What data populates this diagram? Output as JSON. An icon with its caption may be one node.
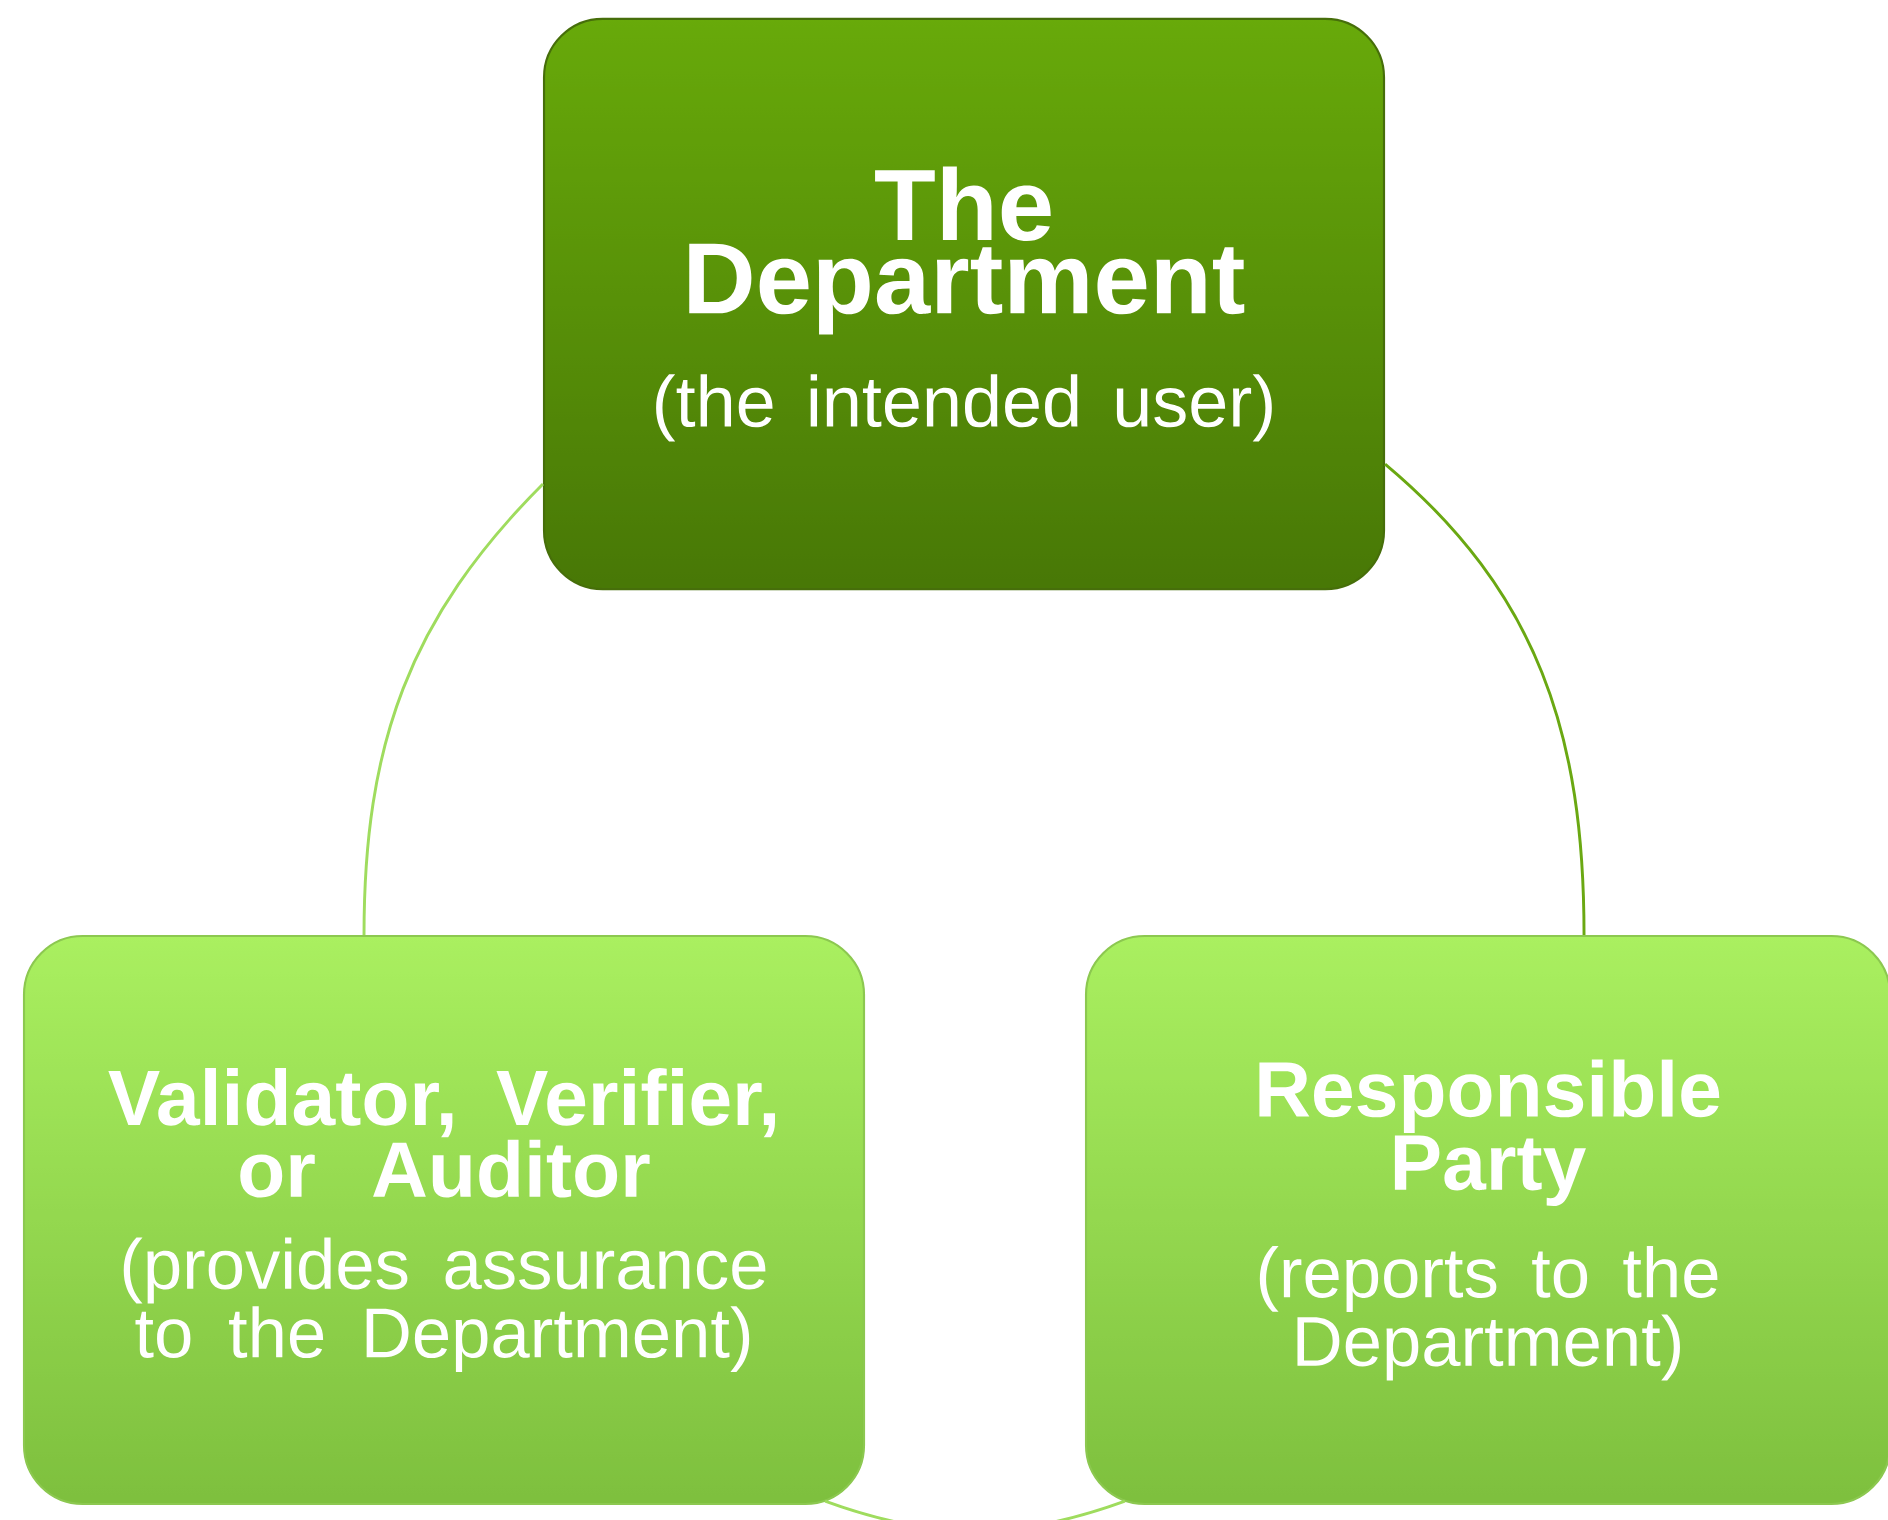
{
  "diagram": {
    "nodes": [
      {
        "text": [
          "The Department",
          "(the intended user)"
        ]
      },
      {
        "text": [
          "Validator, Verifier, or Auditor",
          "(provides assurance to the Department)"
        ]
      },
      {
        "text": [
          "Responsible Party",
          "(reports to the Department)"
        ]
      }
    ],
    "edges": [
      {
        "from": 0,
        "to": 1,
        "arrow": "none"
      },
      {
        "from": 0,
        "to": 2,
        "arrow": "none",
        "color": "#6aa812"
      },
      {
        "from": 1,
        "to": 2,
        "arrow": "none"
      }
    ]
  }
}
